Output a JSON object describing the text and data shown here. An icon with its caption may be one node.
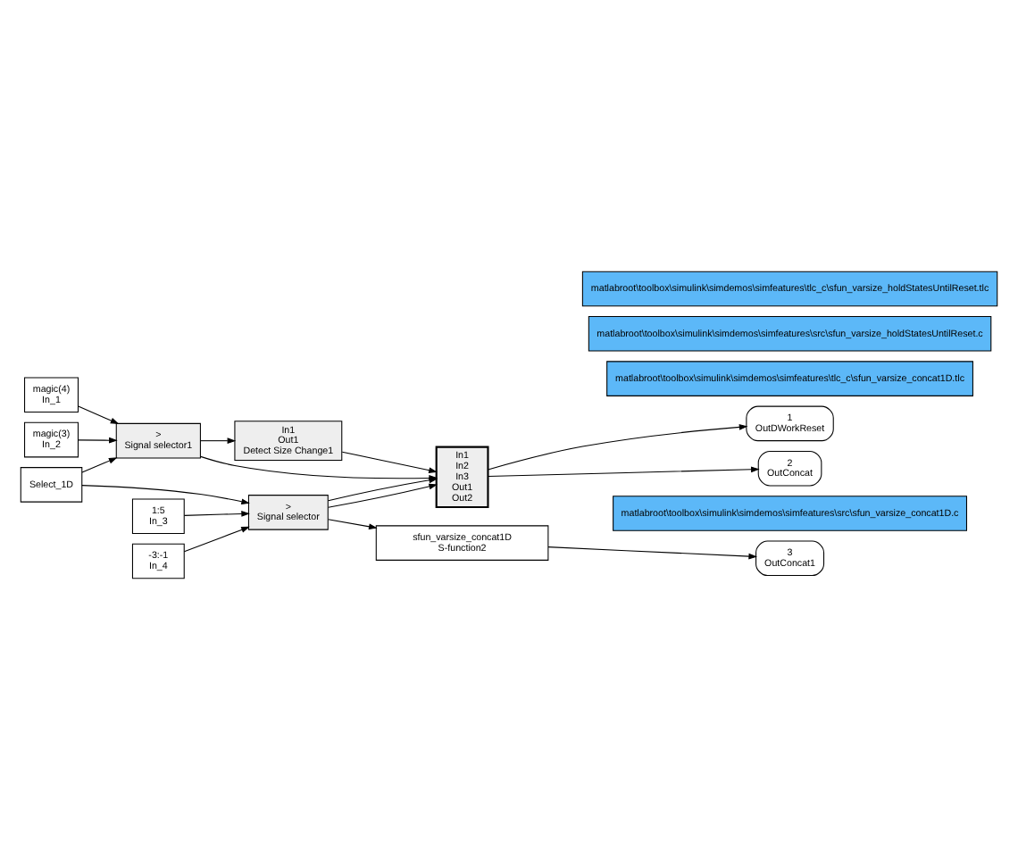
{
  "diagram": {
    "nodes": [
      {
        "text": [
          "Select_1D"
        ]
      },
      {
        "text": [
          "magic(4)",
          "In_1"
        ]
      },
      {
        "text": [
          "magic(3)",
          "In_2"
        ]
      },
      {
        "text": [
          "1:5",
          "In_3"
        ]
      },
      {
        "text": [
          "-3:-1",
          "In_4"
        ]
      },
      {
        "text": [
          ">",
          "Signal selector1"
        ]
      },
      {
        "text": [
          ">",
          "Signal selector"
        ]
      },
      {
        "text": [
          "In1",
          "Out1",
          "Detect Size Change1"
        ]
      },
      {
        "text": [
          "In1",
          "In2",
          "In3",
          "Out1",
          "Out2"
        ]
      },
      {
        "text": [
          "sfun_varsize_concat1D",
          "S-function2"
        ]
      },
      {
        "text": [
          "1",
          "OutDWorkReset"
        ]
      },
      {
        "text": [
          "2",
          "OutConcat"
        ]
      },
      {
        "text": [
          "3",
          "OutConcat1"
        ]
      },
      {
        "text": [
          "matlabroot\\toolbox\\simulink\\simdemos\\simfeatures\\src\\sfun_varsize_concat1D.c"
        ]
      },
      {
        "text": [
          "matlabroot\\toolbox\\simulink\\simdemos\\simfeatures\\tlc_c\\sfun_varsize_concat1D.tlc"
        ]
      },
      {
        "text": [
          "matlabroot\\toolbox\\simulink\\simdemos\\simfeatures\\src\\sfun_varsize_holdStatesUntilReset.c"
        ]
      },
      {
        "text": [
          "matlabroot\\toolbox\\simulink\\simdemos\\simfeatures\\tlc_c\\sfun_varsize_holdStatesUntilReset.tlc"
        ]
      }
    ],
    "edges": [
      {
        "from": 1,
        "to": 5,
        "arrow": "to"
      },
      {
        "from": 0,
        "to": 5,
        "arrow": "to"
      },
      {
        "from": 2,
        "to": 5,
        "arrow": "to"
      },
      {
        "from": 3,
        "to": 6,
        "arrow": "to"
      },
      {
        "from": 0,
        "to": 6,
        "arrow": "to"
      },
      {
        "from": 4,
        "to": 6,
        "arrow": "to"
      },
      {
        "from": 5,
        "to": 7,
        "arrow": "to"
      },
      {
        "from": 5,
        "to": 8,
        "arrow": "to"
      },
      {
        "from": 7,
        "to": 8,
        "arrow": "to"
      },
      {
        "from": 6,
        "to": 8,
        "arrow": "to"
      },
      {
        "from": 6,
        "to": 8,
        "arrow": "to"
      },
      {
        "from": 6,
        "to": 9,
        "arrow": "to"
      },
      {
        "from": 8,
        "to": 10,
        "arrow": "to"
      },
      {
        "from": 8,
        "to": 11,
        "arrow": "to"
      },
      {
        "from": 9,
        "to": 12,
        "arrow": "to"
      }
    ]
  }
}
